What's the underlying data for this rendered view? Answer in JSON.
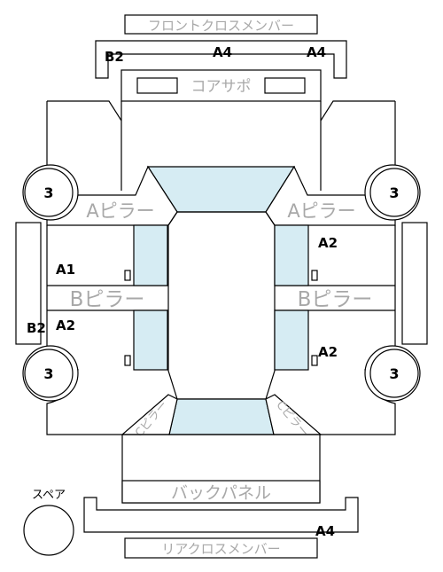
{
  "parts": {
    "front_cross_member": "フロントクロスメンバー",
    "core_support": "コアサポ",
    "a_pillar_left": "Aピラー",
    "a_pillar_right": "Aピラー",
    "b_pillar_left": "Bピラー",
    "b_pillar_right": "Bピラー",
    "back_panel": "バックパネル",
    "rear_cross_member": "リアクロスメンバー",
    "c_pillar_left": "Cピラー",
    "c_pillar_right": "Cピラー",
    "spare": "スペア"
  },
  "grades": {
    "front_member_left": "B2",
    "front_member_center": "A4",
    "front_member_right": "A4",
    "left_front_door": "A1",
    "left_rear_door": "A2",
    "left_rocker": "B2",
    "right_front_door": "A2",
    "right_rear_door": "A2",
    "rear_member": "A4"
  },
  "wheels": {
    "front_left": "3",
    "front_right": "3",
    "rear_left": "3",
    "rear_right": "3"
  }
}
